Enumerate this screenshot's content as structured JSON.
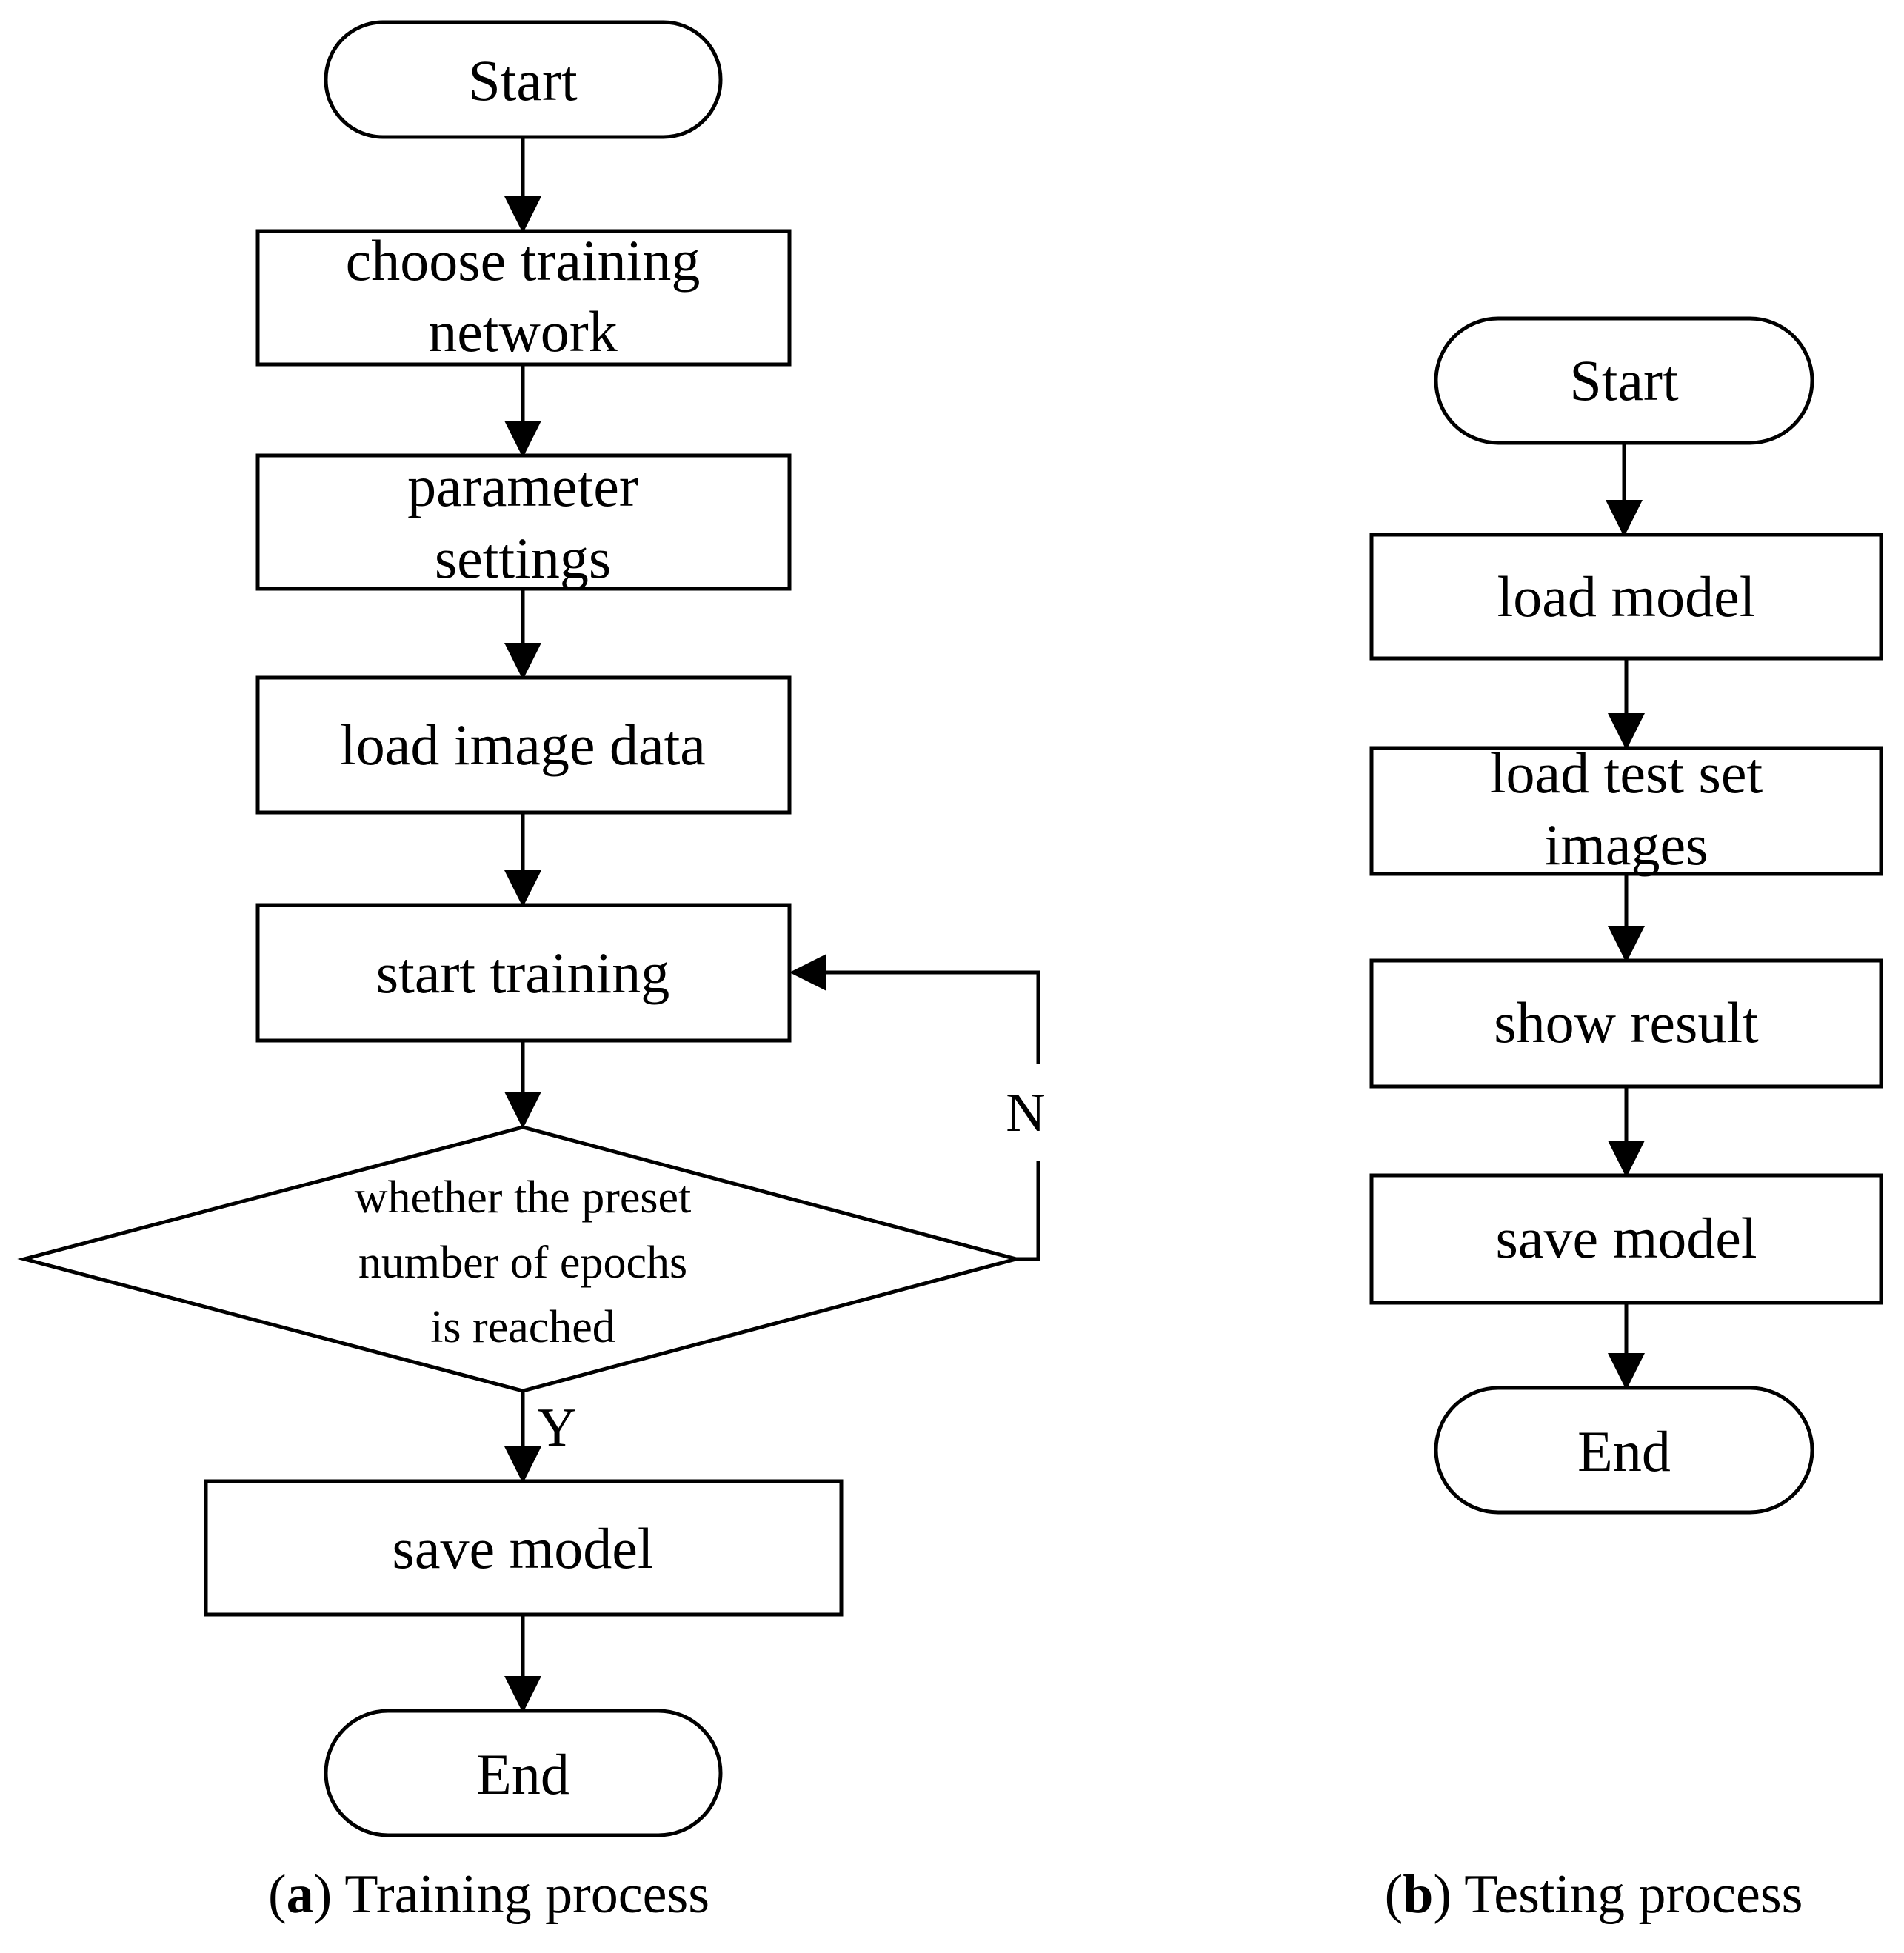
{
  "training": {
    "start": "Start",
    "choose_network": [
      "choose training",
      "network"
    ],
    "parameter_settings": [
      "parameter",
      "settings"
    ],
    "load_image_data": "load image data",
    "start_training": "start training",
    "decision": [
      "whether the preset",
      "number of epochs",
      "is reached"
    ],
    "no_label": "N",
    "yes_label": "Y",
    "save_model": "save model",
    "end": "End",
    "caption_letter": "a",
    "caption_text": "Training process"
  },
  "testing": {
    "start": "Start",
    "load_model": "load model",
    "load_test_set": [
      "load test set",
      "images"
    ],
    "show_result": "show result",
    "save_model": "save model",
    "end": "End",
    "caption_letter": "b",
    "caption_text": "Testing process"
  }
}
